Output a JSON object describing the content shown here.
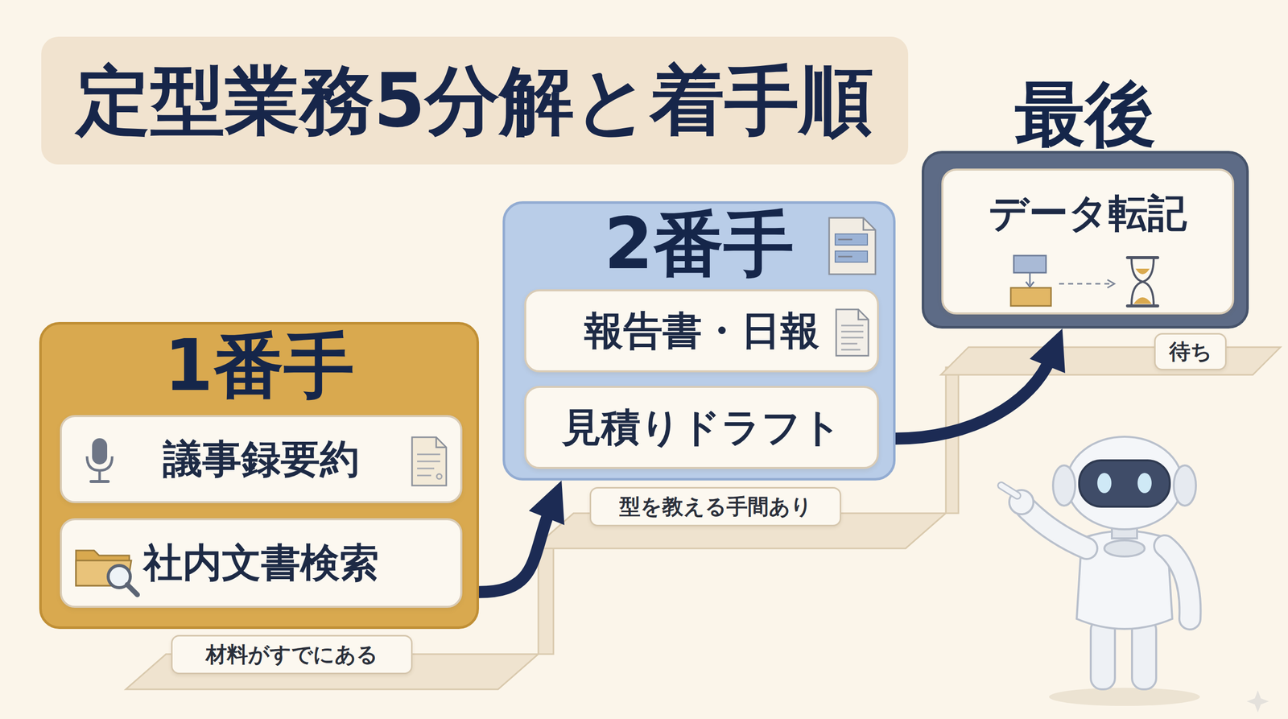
{
  "diagram": {
    "title": "定型業務5分解と着手順",
    "nodes": [
      {
        "text": [
          "1番手"
        ]
      },
      {
        "text": [
          "議事録要約"
        ],
        "in": 0
      },
      {
        "text": [
          "社内文書検索"
        ],
        "in": 0
      },
      {
        "text": [
          "2番手"
        ]
      },
      {
        "text": [
          "報告書・日報"
        ],
        "in": 3
      },
      {
        "text": [
          "見積りドラフト"
        ],
        "in": 3
      },
      {
        "text": [
          "最後"
        ]
      },
      {
        "text": [
          "データ転記"
        ],
        "in": 6
      }
    ],
    "edges": [
      {
        "from": 0,
        "to": 3,
        "arrow": "to"
      },
      {
        "from": 3,
        "to": 6,
        "arrow": "to"
      }
    ],
    "labels": [
      "材料がすでにある",
      "型を教える手間あり",
      "待ち"
    ]
  }
}
